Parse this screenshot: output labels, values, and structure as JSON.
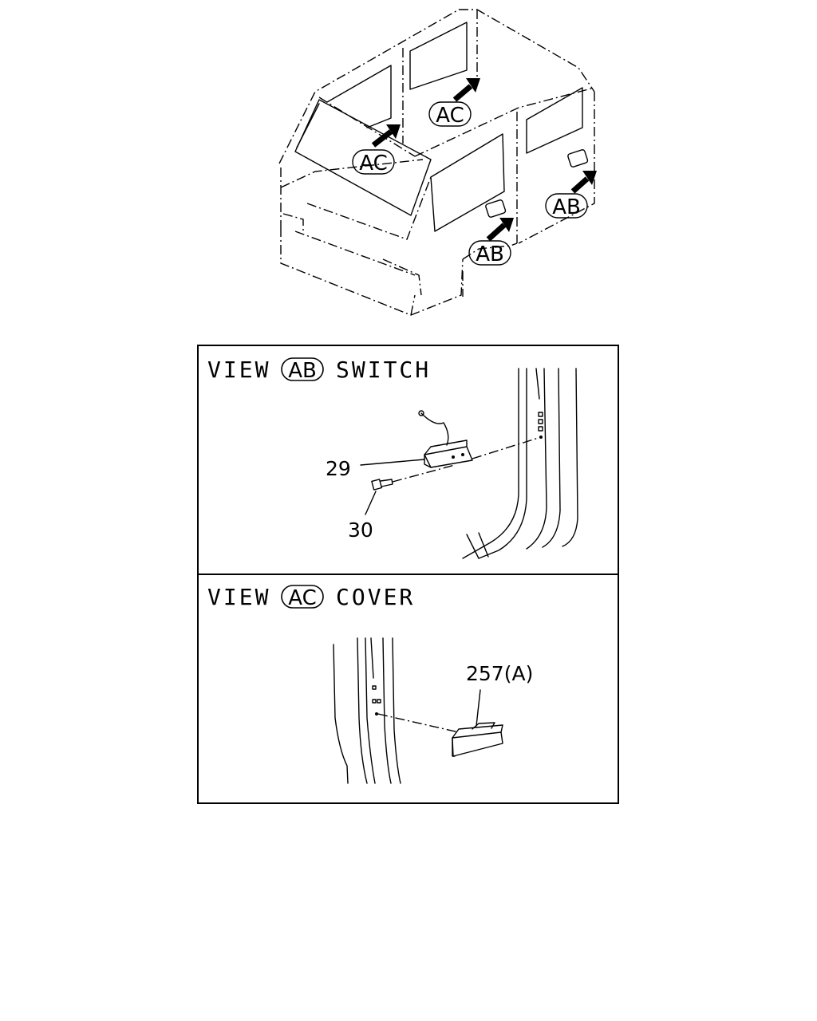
{
  "overview": {
    "callouts": [
      {
        "code": "AC"
      },
      {
        "code": "AC"
      },
      {
        "code": "AB"
      },
      {
        "code": "AB"
      }
    ]
  },
  "panels": [
    {
      "view_word": "VIEW",
      "view_code": "AB",
      "name": "SWITCH",
      "parts": [
        {
          "number": "29"
        },
        {
          "number": "30"
        }
      ]
    },
    {
      "view_word": "VIEW",
      "view_code": "AC",
      "name": "COVER",
      "parts": [
        {
          "number": "257(A)"
        }
      ]
    }
  ]
}
